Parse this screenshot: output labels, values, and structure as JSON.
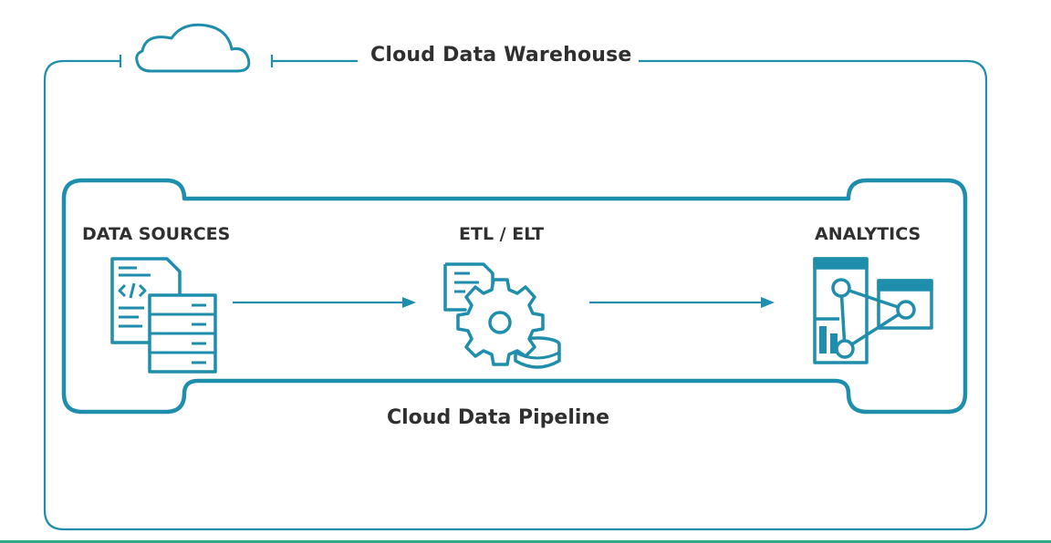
{
  "colors": {
    "accent": "#1f8eac",
    "text": "#2f2f2f",
    "bottom_bar": "#2ea98a"
  },
  "warehouse": {
    "title": "Cloud Data Warehouse",
    "icon": "cloud-icon"
  },
  "pipeline": {
    "title": "Cloud Data Pipeline"
  },
  "stages": [
    {
      "label": "DATA SOURCES",
      "icon": "documents-database-icon"
    },
    {
      "label": "ETL / ELT",
      "icon": "gear-database-icon"
    },
    {
      "label": "ANALYTICS",
      "icon": "network-dashboard-icon"
    }
  ]
}
